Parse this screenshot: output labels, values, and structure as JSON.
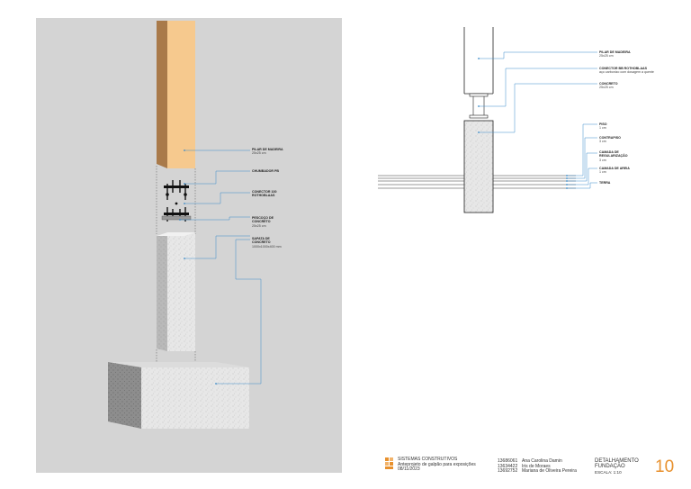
{
  "left_labels": {
    "pilar": {
      "title": "PILAR DE MADEIRA",
      "sub": "25x25 cm"
    },
    "chumbador": {
      "title": "CHUMBADOR PB",
      "sub": ""
    },
    "conector": {
      "title": "CONECTOR 100",
      "sub": "ROTHOBLAAS"
    },
    "pescoco": {
      "title": "PESCOÇO DE",
      "title2": "CONCRETO",
      "sub": "25x25 cm"
    },
    "sapata": {
      "title": "SAPATA DE",
      "title2": "CONCRETO",
      "sub": "1000x1000x400 mm"
    }
  },
  "right_labels": {
    "pilar": {
      "title": "PILAR DE MADEIRA",
      "sub": "25x25 cm"
    },
    "conector": {
      "title": "CONECTOR BB ROTHOBLAAS",
      "sub": "aço carbonizo com dosagem a quente"
    },
    "concreto": {
      "title": "CONCRETO",
      "sub": "25x25 cm"
    },
    "piso": {
      "title": "PISO",
      "sub": "1 cm"
    },
    "contrapiso": {
      "title": "CONTRAPISO",
      "sub": "3 cm"
    },
    "regularizacao": {
      "title": "CAMADA DE",
      "title2": "REGULARIZAÇÃO",
      "sub": "3 cm"
    },
    "areia": {
      "title": "CAMADA DE AREIA",
      "sub": "1 cm"
    },
    "terra": {
      "title": "TERRA",
      "sub": ""
    }
  },
  "title_block": {
    "course": "SISTEMAS CONSTRUTIVOS",
    "project": "Anteprojeto de galpão para exposições",
    "date": "08/11/2023",
    "ids": [
      "13686061",
      "13634422",
      "13692752"
    ],
    "names": [
      "Ana Carolina Damin",
      "Iris de Moraes",
      "Mariana de Oliveira Pereira"
    ],
    "sheet_title": "DETALHAMENTO",
    "sheet_sub": "FUNDAÇÃO",
    "scale": "ESCALA: 1:10",
    "page": "10"
  },
  "colors": {
    "wood": "#f6c98e",
    "wood_dark": "#a97a4a",
    "concrete": "#e9e9e9",
    "accent": "#e8912e",
    "leader": "#3a8bc9"
  }
}
